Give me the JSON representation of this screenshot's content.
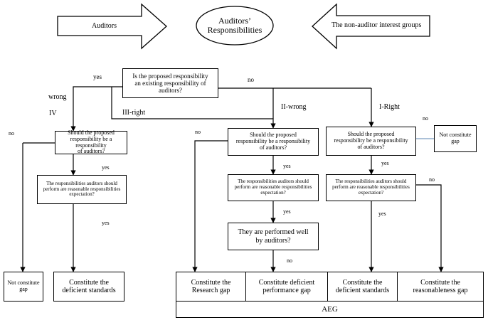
{
  "header": {
    "left_arrow": "Auditors",
    "center_ellipse": "Auditors’\nResponsibilities",
    "right_arrow": "The non-auditor interest groups"
  },
  "questions": {
    "top": "Is the proposed responsibility\nan existing responsibility of\nauditors?",
    "should_left": "Should the proposed\nresponsibility be a responsibility\nof auditors?",
    "should_mid": "Should the proposed\nresponsibility be a responsibility\nof auditors?",
    "should_right": "Should the proposed\nresponsibility be a responsibility\nof auditors?",
    "reasonable_left": "The responsibilities auditors should\nperform are reasonable responsibilities\nexpectation?",
    "reasonable_mid": "The responsibilities auditors should\nperform are reasonable responsibilities\nexpectation?",
    "reasonable_right": "The responsibilities auditors should\nperform are reasonable responsibilities\nexpectation?",
    "performed": "They are performed well\nby auditors?"
  },
  "outcomes": {
    "not_constitute_left": "Not constitute\ngap",
    "deficient_left": "Constitute the\ndeficient standards",
    "not_constitute_right": "Not constitute\ngap",
    "research_gap": "Constitute the\nResearch gap",
    "performance_gap": "Constitute deficient\nperformance gap",
    "deficient_right": "Constitute the\ndeficient standards",
    "reasonableness_gap": "Constitute the\nreasonableness gap",
    "aeg": "AEG"
  },
  "labels": {
    "yes_top": "yes",
    "no_top": "no",
    "wrong": "wrong",
    "iv": "IV",
    "iii_right": "III-right",
    "ii_wrong": "II-wrong",
    "i_right": "I-Right",
    "no_left": "no",
    "yes_left_1": "yes",
    "yes_left_2": "yes",
    "no_mid": "no",
    "yes_mid_1": "yes",
    "yes_mid_2": "yes",
    "no_mid_perf": "no",
    "no_right_top": "no",
    "yes_right_1": "yes",
    "no_right_reason": "no",
    "yes_right_2": "yes"
  }
}
